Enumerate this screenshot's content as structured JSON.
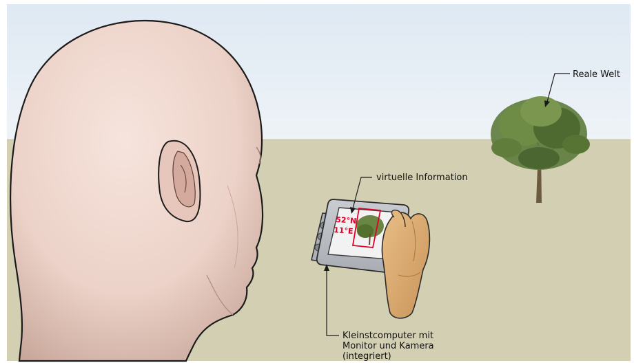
{
  "labels": {
    "real_world": "Reale Welt",
    "virtual_info": "virtuelle Information",
    "device_lines": [
      "Kleinstcomputer mit",
      "Monitor und Kamera",
      "(integriert)"
    ]
  },
  "screen_overlay": {
    "latitude": "52°N",
    "longitude": "11°E"
  },
  "colors": {
    "sky": "#e5eef5",
    "ground": "#d3cfb3",
    "skin": "#f0d8d0",
    "overlay_red": "#e0002a",
    "device_body": "#b8bcc2",
    "hand": "#d9a870",
    "foliage": "#5d7a3c"
  }
}
